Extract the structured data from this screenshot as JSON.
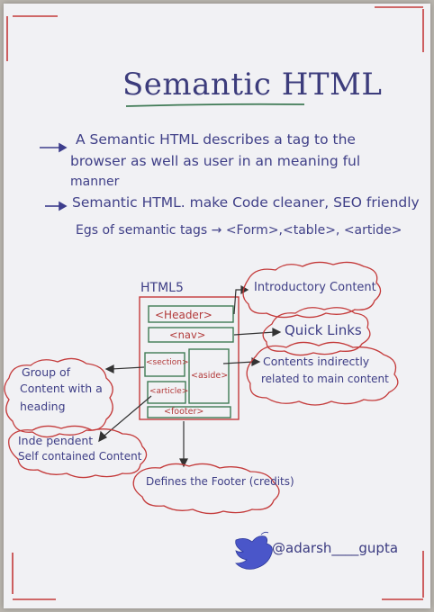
{
  "title": "Semantic HTML",
  "bullets": [
    {
      "marker": "→",
      "line1": "A Semantic HTML describes a tag to the",
      "line2": "browser as well as user in an meaning ful",
      "line3": "manner"
    },
    {
      "marker": "→",
      "line1": "Semantic HTML. make Code cleaner, SEO friendly"
    }
  ],
  "examples": "Egs of semantic tags → <Form>,<table>, <artide>",
  "diagram": {
    "heading": "HTML5",
    "tags": {
      "header": "<Header>",
      "nav": "<nav>",
      "section": "<section>",
      "article": "<article>",
      "aside": "<aside>",
      "footer": "<footer>"
    },
    "callouts": {
      "header": "Introductory Content",
      "nav": "Quick Links",
      "aside_line1": "Contents indirectly",
      "aside_line2": "related to main content",
      "section_line1": "Group of",
      "section_line2": "Content with a",
      "section_line3": "heading",
      "article_line1": "Inde pendent",
      "article_line2": "Self contained Content",
      "footer": "Defines the Footer (credits)"
    }
  },
  "signature": {
    "handle": "@adarsh____gupta",
    "icon": "twitter-bird-icon"
  },
  "colors": {
    "ink_blue": "#3d3d8c",
    "ink_red": "#c43a3a",
    "ink_green": "#3f7a55",
    "paper": "#f1f1f4"
  }
}
